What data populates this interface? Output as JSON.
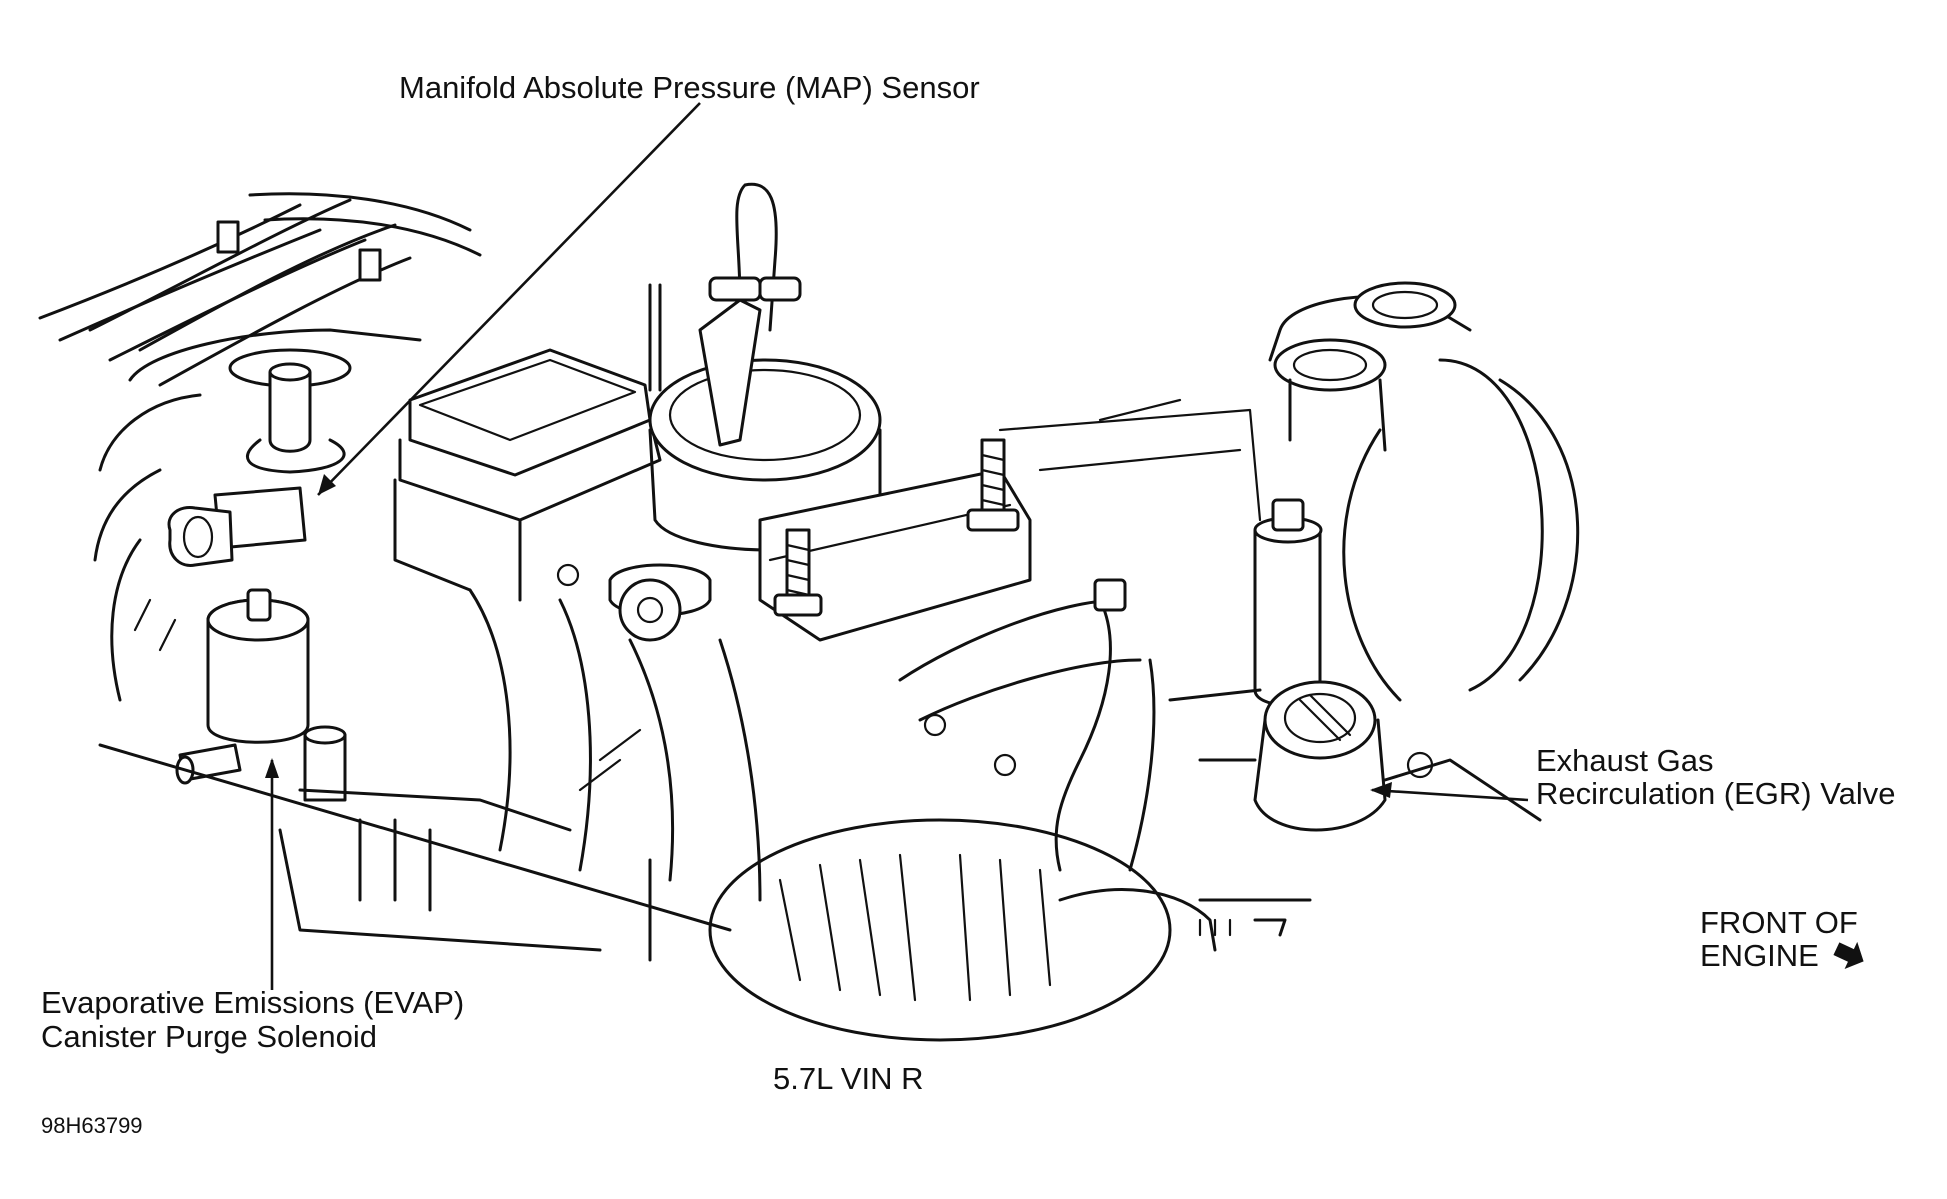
{
  "labels": {
    "map_sensor": "Manifold Absolute Pressure (MAP) Sensor",
    "egr_line1": "Exhaust Gas",
    "egr_line2": "Recirculation (EGR) Valve",
    "evap_line1": "Evaporative Emissions (EVAP)",
    "evap_line2": "Canister Purge Solenoid",
    "front_line1": "FRONT OF",
    "front_line2": "ENGINE",
    "engine_caption": "5.7L VIN R",
    "figure_id": "98H63799"
  },
  "icons": {
    "front_arrow": "arrow-icon"
  }
}
